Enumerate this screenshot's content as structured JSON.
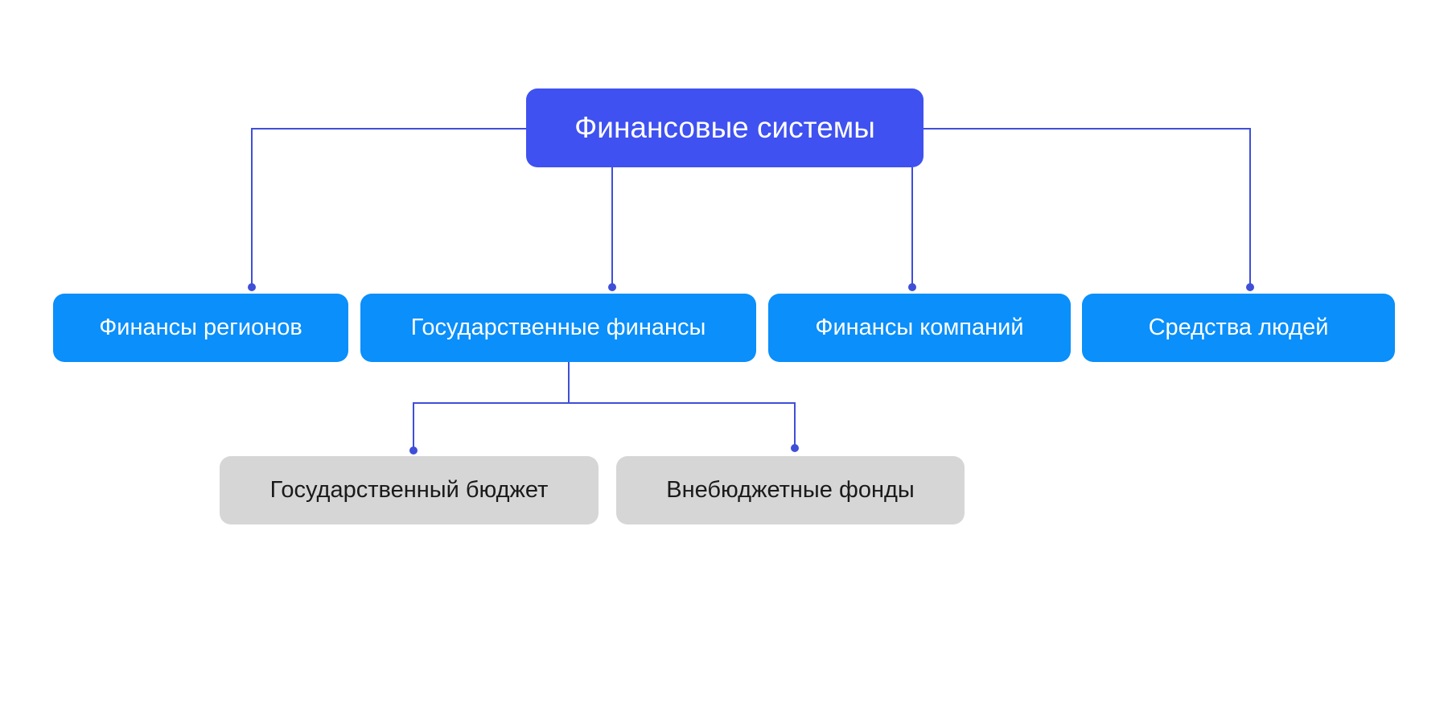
{
  "colors": {
    "root_fill": "#3F51F0",
    "level1_fill": "#0A8FFB",
    "level2_fill": "#D6D6D6",
    "connector": "#3F4FD8",
    "light_text": "#FFFFFF",
    "dark_text": "#1A1A1A"
  },
  "root": {
    "label": "Финансовые системы"
  },
  "level1": [
    {
      "label": "Финансы регионов"
    },
    {
      "label": "Государственные финансы"
    },
    {
      "label": "Финансы компаний"
    },
    {
      "label": "Средства людей"
    }
  ],
  "level2": [
    {
      "label": "Государственный бюджет"
    },
    {
      "label": "Внебюджетные фонды"
    }
  ]
}
